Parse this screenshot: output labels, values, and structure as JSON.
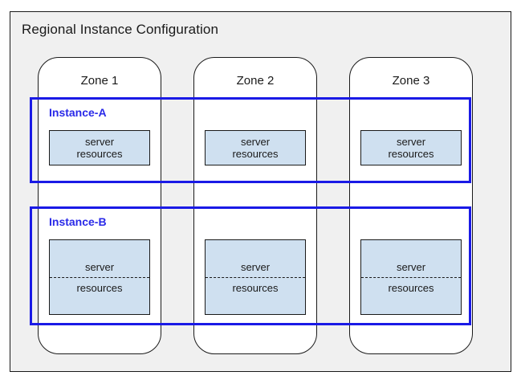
{
  "diagram": {
    "title": "Regional Instance Configuration",
    "background_color": "#f0f0f0",
    "border_color": "#1a1a1a"
  },
  "zones": [
    {
      "label": "Zone 1"
    },
    {
      "label": "Zone 2"
    },
    {
      "label": "Zone 3"
    }
  ],
  "instance_groups": [
    {
      "label": "Instance-A",
      "accent_color": "#2929e8",
      "style": "compact",
      "resources": [
        {
          "line_top": "server",
          "line_bottom": "resources"
        },
        {
          "line_top": "server",
          "line_bottom": "resources"
        },
        {
          "line_top": "server",
          "line_bottom": "resources"
        }
      ]
    },
    {
      "label": "Instance-B",
      "accent_color": "#2929e8",
      "style": "split",
      "resources": [
        {
          "line_top": "server",
          "line_bottom": "resources"
        },
        {
          "line_top": "server",
          "line_bottom": "resources"
        },
        {
          "line_top": "server",
          "line_bottom": "resources"
        }
      ]
    }
  ],
  "resource_box": {
    "fill_color": "#cfe0f0",
    "border_color": "#1a1a1a"
  }
}
